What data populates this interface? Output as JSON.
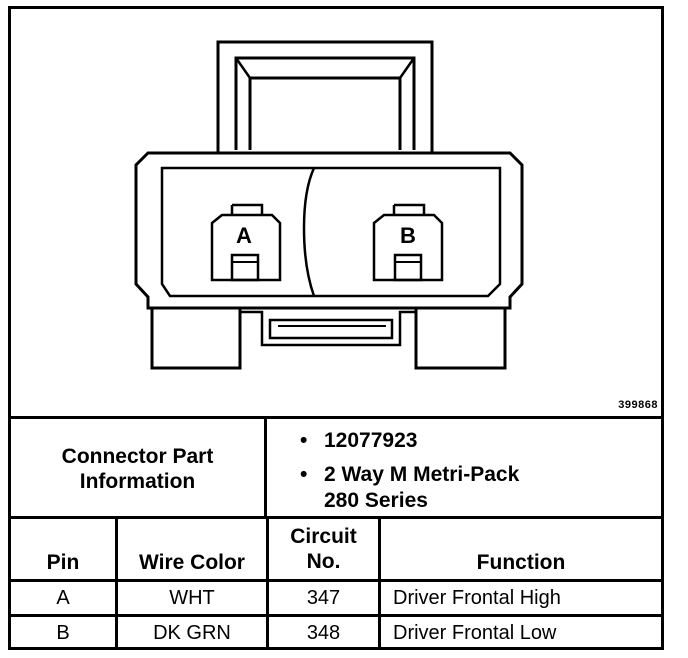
{
  "figure_id": "399868",
  "pins": {
    "a": "A",
    "b": "B"
  },
  "connector_info": {
    "label_line1": "Connector Part",
    "label_line2": "Information",
    "bullets": [
      {
        "bullet": "•",
        "text": "12077923"
      },
      {
        "bullet": "•",
        "text": "2 Way M Metri-Pack"
      },
      {
        "bullet": "",
        "text": "280 Series"
      }
    ]
  },
  "table": {
    "headers": {
      "pin": "Pin",
      "wire_color": "Wire Color",
      "circuit_line1": "Circuit",
      "circuit_line2": "No.",
      "function": "Function"
    },
    "rows": [
      {
        "pin": "A",
        "wire_color": "WHT",
        "circuit": "347",
        "function": "Driver Frontal High"
      },
      {
        "pin": "B",
        "wire_color": "DK GRN",
        "circuit": "348",
        "function": "Driver Frontal Low"
      }
    ]
  }
}
